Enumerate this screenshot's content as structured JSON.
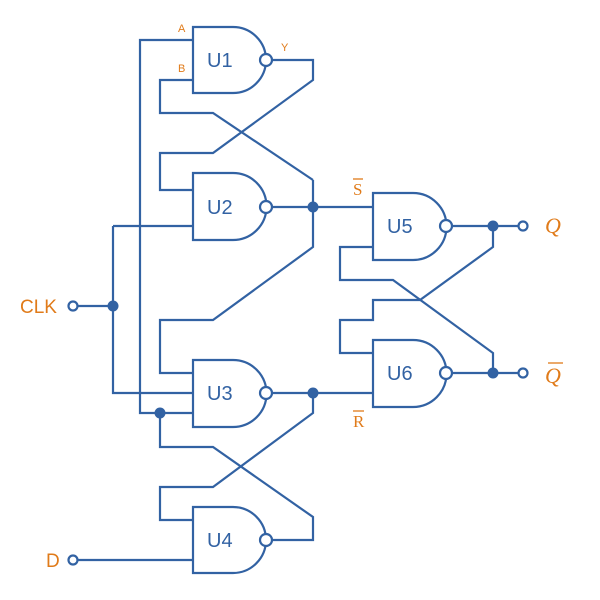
{
  "diagram": {
    "title": "Master-slave D flip-flop (NAND gates)",
    "colors": {
      "wire": "#3262a3",
      "label": "#e07b1a",
      "background": "#ffffff"
    },
    "gates": [
      {
        "id": "U1",
        "label": "U1",
        "type": "nand",
        "inputs": 2
      },
      {
        "id": "U2",
        "label": "U2",
        "type": "nand",
        "inputs": 2
      },
      {
        "id": "U3",
        "label": "U3",
        "type": "nand",
        "inputs": 3
      },
      {
        "id": "U4",
        "label": "U4",
        "type": "nand",
        "inputs": 2
      },
      {
        "id": "U5",
        "label": "U5",
        "type": "nand",
        "inputs": 2
      },
      {
        "id": "U6",
        "label": "U6",
        "type": "nand",
        "inputs": 2
      }
    ],
    "pin_labels": {
      "a": "A",
      "b": "B",
      "y": "Y"
    },
    "inputs": {
      "clk": "CLK",
      "d": "D"
    },
    "outputs": {
      "q": "Q",
      "qbar": "Q"
    },
    "internal_signals": {
      "sbar": "S",
      "rbar": "R"
    }
  }
}
